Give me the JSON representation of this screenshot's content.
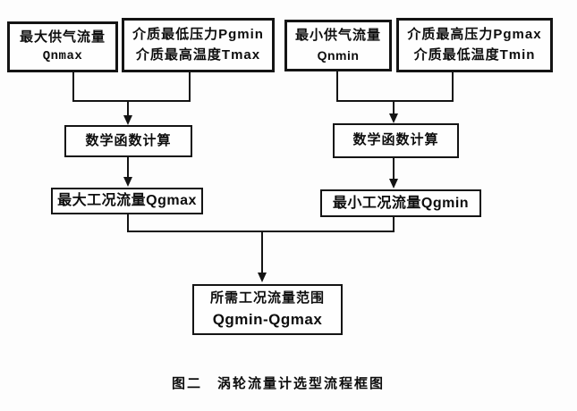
{
  "figure": {
    "caption": "图二　涡轮流量计选型流程框图"
  },
  "nodes": {
    "qnmax": {
      "line1": "最大供气流量",
      "line2": "Qnmax"
    },
    "pgmin_tmax": {
      "line1": "介质最低压力Pgmin",
      "line2": "介质最高温度Tmax"
    },
    "qnmin": {
      "line1": "最小供气流量",
      "line2": "Qnmin"
    },
    "pgmax_tmin": {
      "line1": "介质最高压力Pgmax",
      "line2": "介质最低温度Tmin"
    },
    "math_left": {
      "label": "数学函数计算"
    },
    "math_right": {
      "label": "数学函数计算"
    },
    "qgmax": {
      "label": "最大工况流量Qgmax"
    },
    "qgmin": {
      "label": "最小工况流量Qgmin"
    },
    "result": {
      "line1": "所需工况流量范围",
      "line2": "Qgmin-Qgmax"
    }
  },
  "edges": [
    {
      "from": [
        "qnmax",
        "pgmin_tmax"
      ],
      "to": "math_left"
    },
    {
      "from": [
        "qnmin",
        "pgmax_tmin"
      ],
      "to": "math_right"
    },
    {
      "from": [
        "math_left"
      ],
      "to": "qgmax"
    },
    {
      "from": [
        "math_right"
      ],
      "to": "qgmin"
    },
    {
      "from": [
        "qgmax",
        "qgmin"
      ],
      "to": "result"
    }
  ],
  "colors": {
    "line": "#141414",
    "text": "#0d0d0d",
    "background": "#fdfdfd"
  }
}
